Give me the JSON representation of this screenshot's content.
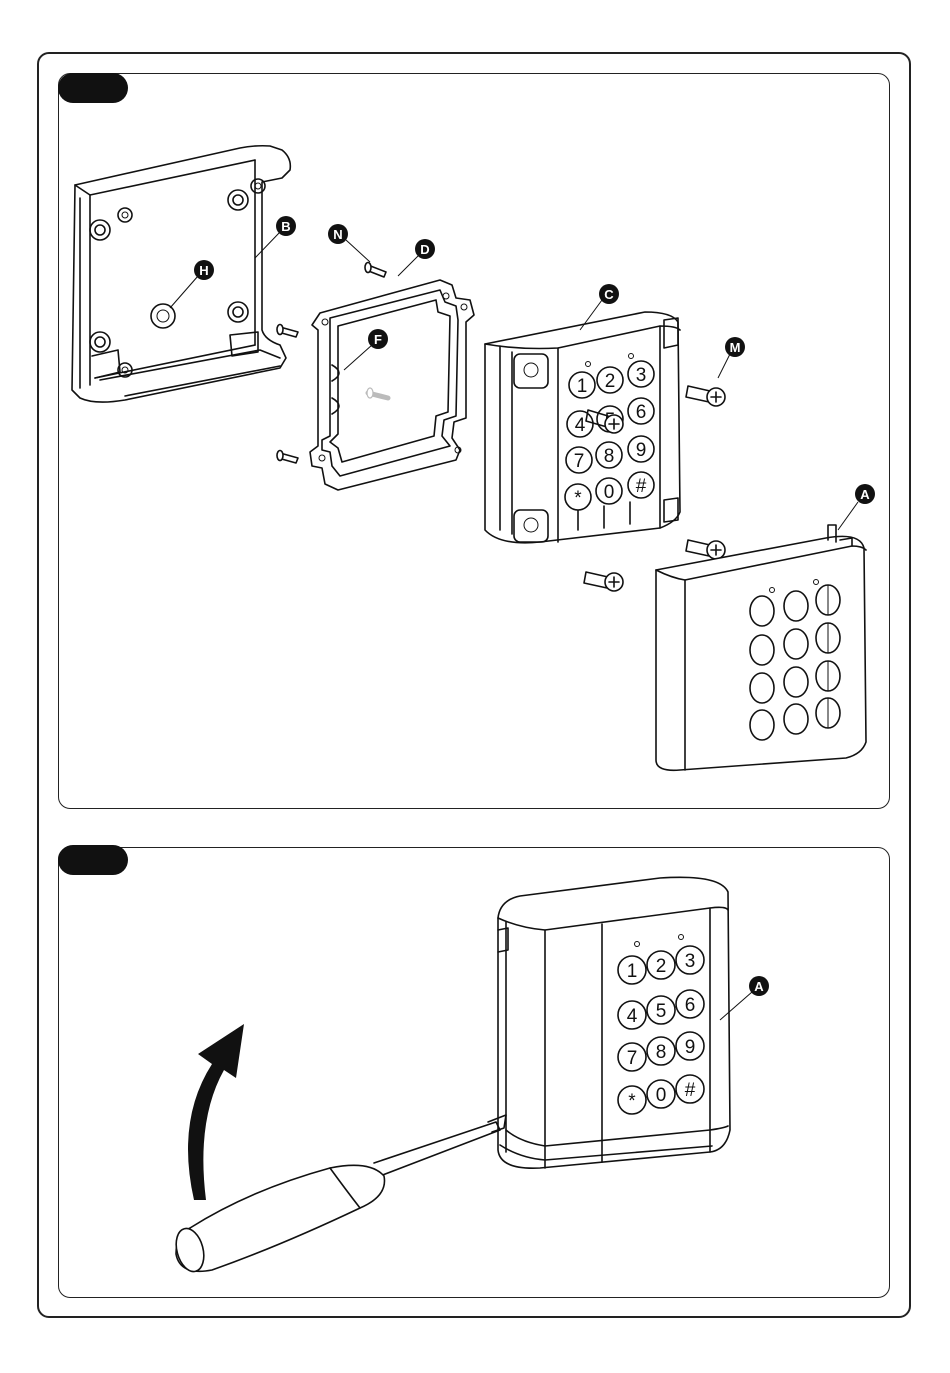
{
  "figure": {
    "step_tabs": [
      "",
      ""
    ],
    "labels": {
      "A": "A",
      "B": "B",
      "C": "C",
      "D": "D",
      "F": "F",
      "H": "H",
      "M": "M",
      "N": "N",
      "A2": "A"
    },
    "keypad_keys": [
      "1",
      "2",
      "3",
      "4",
      "5",
      "6",
      "7",
      "8",
      "9",
      "*",
      "0",
      "#"
    ]
  }
}
